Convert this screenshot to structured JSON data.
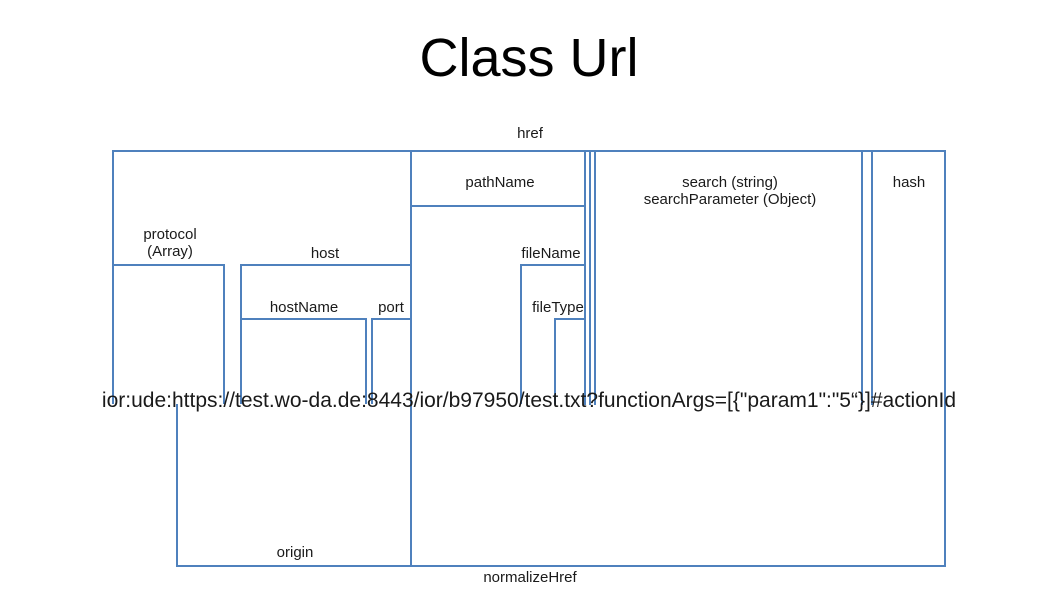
{
  "page": {
    "title": "Class Url",
    "background_color": "#ffffff",
    "line_color": "#4f81bd",
    "text_color": "#1a1a1a"
  },
  "url": {
    "full": "ior:ude:https://test.wo-da.de:8443/ior/b97950/test.txt?functionArgs=[{\"param1\":\"5“}]#actionId"
  },
  "segments": {
    "href": "href",
    "protocol": "protocol\n(Array)",
    "host": "host",
    "hostName": "hostName",
    "port": "port",
    "pathName": "pathName",
    "fileName": "fileName",
    "fileType": "fileType",
    "search": "search (string)\nsearchParameter (Object)",
    "hash": "hash",
    "origin": "origin",
    "normalizeHref": "normalizeHref"
  }
}
